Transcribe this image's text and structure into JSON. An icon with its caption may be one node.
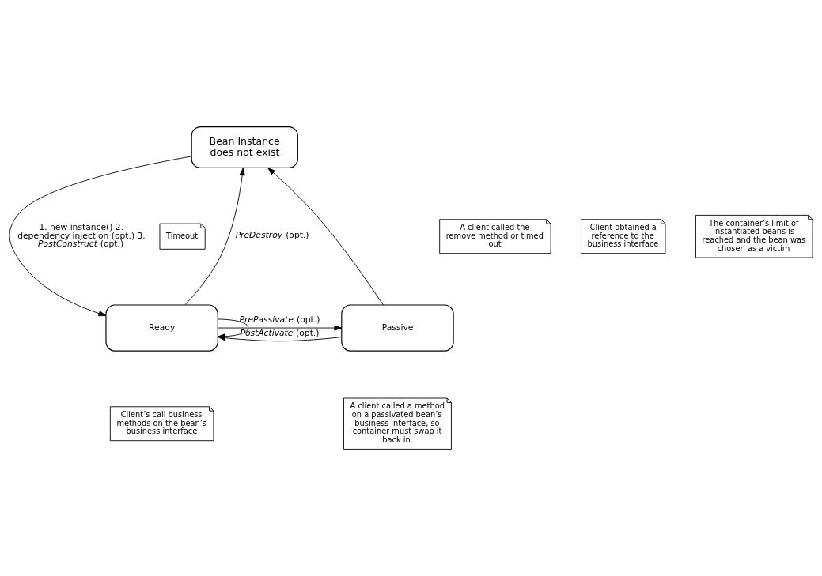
{
  "diagram": {
    "nodes": [
      {
        "text": [
          "Bean Instance does not exist"
        ]
      },
      {
        "text": [
          "Ready"
        ]
      },
      {
        "text": [
          "Passive"
        ]
      },
      {
        "text": [
          "Timeout"
        ]
      },
      {
        "text": [
          "A client called the remove method or timed out"
        ]
      },
      {
        "text": [
          "Client obtained a reference to the business interface"
        ]
      },
      {
        "text": [
          "The container’s limit of instantiated beans is reached and the bean was chosen as a victim"
        ]
      },
      {
        "text": [
          "Client’s call business methods on the bean’s business interface"
        ]
      },
      {
        "text": [
          "A client called a method on a passivated bean’s business interface, so container must swap it back in."
        ]
      }
    ],
    "edges": [
      {
        "from": 0,
        "to": 1,
        "arrow": "to",
        "label": "1. new instance() 2. dependency injection (opt.) 3. *PostConstruct* (opt.)"
      },
      {
        "from": 1,
        "to": 0,
        "arrow": "to",
        "label": "*PreDestroy* (opt.)"
      },
      {
        "from": 2,
        "to": 0,
        "arrow": "to"
      },
      {
        "from": 1,
        "to": 1,
        "arrow": "to"
      },
      {
        "from": 1,
        "to": 2,
        "arrow": "to",
        "label": "*PrePassivate* (opt.)"
      },
      {
        "from": 2,
        "to": 1,
        "arrow": "to",
        "label": "*PostActivate* (opt.)"
      }
    ]
  }
}
